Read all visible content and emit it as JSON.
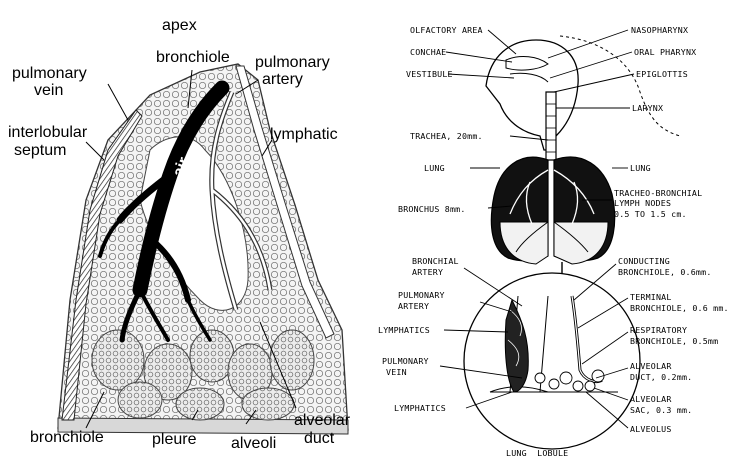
{
  "left_figure": {
    "labels": {
      "apex": "apex",
      "bronchiole_top": "bronchiole",
      "pulmonary_artery_1": "pulmonary",
      "pulmonary_artery_2": "artery",
      "pulmonary_vein_1": "pulmonary",
      "pulmonary_vein_2": "vein",
      "interlobular_septum_1": "interlobular",
      "interlobular_septum_2": "septum",
      "lymphatic": "lymphatic",
      "air": "air",
      "bronchiole_bottom": "bronchiole",
      "pleure": "pleure",
      "alveoli": "alveoli",
      "alveolar_duct_1": "alveolar",
      "alveolar_duct_2": "duct"
    }
  },
  "right_figure": {
    "labels": {
      "olfactory_area": "OLFACTORY AREA",
      "conchae": "CONCHAE",
      "vestibule": "VESTIBULE",
      "nasopharynx": "NASOPHARYNX",
      "oral_pharynx": "ORAL PHARYNX",
      "epiglottis": "EPIGLOTTIS",
      "larynx": "LARYNX",
      "trachea": "TRACHEA, 20mm.",
      "lung_left": "LUNG",
      "lung_right": "LUNG",
      "bronchus": "BRONCHUS 8mm.",
      "tracheo_bronchial_1": "TRACHEO-BRONCHIAL",
      "tracheo_bronchial_2": "LYMPH NODES",
      "tracheo_bronchial_3": "0.5 TO 1.5 cm.",
      "bronchial_artery_1": "BRONCHIAL",
      "bronchial_artery_2": "ARTERY",
      "pulmonary_artery_1": "PULMONARY",
      "pulmonary_artery_2": "ARTERY",
      "lymphatics_upper": "LYMPHATICS",
      "pulmonary_vein_1": "PULMONARY",
      "pulmonary_vein_2": "VEIN",
      "lymphatics_lower": "LYMPHATICS",
      "conducting_1": "CONDUCTING",
      "conducting_2": "BRONCHIOLE, 0.6mm.",
      "terminal_1": "TERMINAL",
      "terminal_2": "BRONCHIOLE, 0.6 mm.",
      "respiratory_1": "RESPIRATORY",
      "respiratory_2": "BRONCHIOLE, 0.5mm",
      "alveolar_duct_1": "ALVEOLAR",
      "alveolar_duct_2": "DUCT, 0.2mm.",
      "alveolar_sac_1": "ALVEOLAR",
      "alveolar_sac_2": "SAC, 0.3 mm.",
      "alveolus": "ALVEOLUS",
      "lung_lobule": "LUNG  LOBULE"
    }
  }
}
